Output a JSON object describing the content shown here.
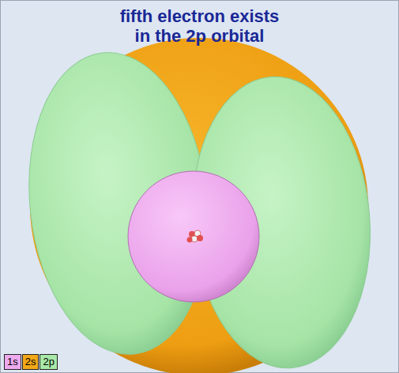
{
  "diagram": {
    "title": "fifth electron exists in the 2p orbital",
    "legend": [
      {
        "text": "1s",
        "color": "#eeaaee"
      },
      {
        "text": "2s",
        "color": "#f2a818"
      },
      {
        "text": "2p",
        "color": "#a8e8a8"
      }
    ]
  }
}
